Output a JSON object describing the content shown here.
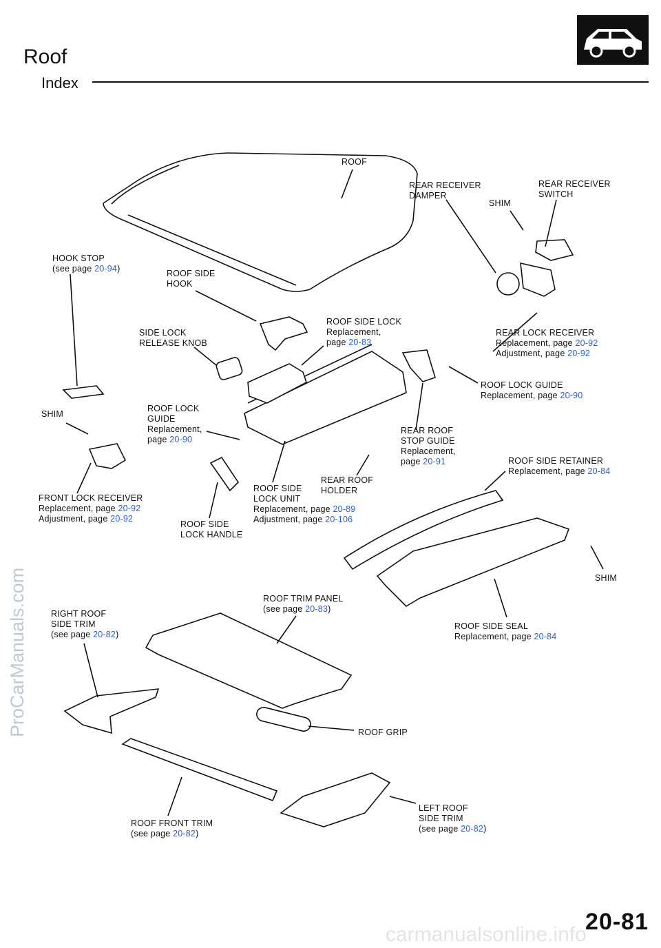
{
  "header": {
    "title": "Roof",
    "subtitle": "Index"
  },
  "icons": {
    "car": "car-side-icon"
  },
  "page_number": "20-81",
  "watermarks": {
    "side": "ProCarManuals.com",
    "bottom": "carmanualsonline.info"
  },
  "colors": {
    "reference_link": "#2a5fd0"
  },
  "labels": {
    "roof": "ROOF",
    "rear_receiver_damper": [
      "REAR RECEIVER",
      "DAMPER"
    ],
    "shim_top": "SHIM",
    "rear_receiver_switch": [
      "REAR RECEIVER",
      "SWITCH"
    ],
    "hook_stop": {
      "name": "HOOK STOP",
      "ref_prefix": "(see page ",
      "ref": "20-94",
      "ref_suffix": ")"
    },
    "roof_side_hook": [
      "ROOF SIDE",
      "HOOK"
    ],
    "side_lock_release_knob": [
      "SIDE LOCK",
      "RELEASE KNOB"
    ],
    "roof_side_lock": {
      "name": "ROOF SIDE LOCK",
      "line2": "Replacement,",
      "prefix": "page ",
      "ref": "20-83"
    },
    "rear_lock_receiver": {
      "name": "REAR LOCK RECEIVER",
      "repl": "Replacement,  page ",
      "repl_ref": "20-92",
      "adj": "Adjustment,  page ",
      "adj_ref": "20-92"
    },
    "roof_lock_guide_right": {
      "name": "ROOF LOCK GUIDE",
      "repl": "Replacement,  page ",
      "repl_ref": "20-90"
    },
    "shim_left": "SHIM",
    "roof_lock_guide_left": {
      "line1": "ROOF LOCK",
      "line2": "GUIDE",
      "line3": "Replacement,",
      "prefix": "page ",
      "ref": "20-90"
    },
    "rear_roof_stop_guide": {
      "line1": "REAR ROOF",
      "line2": "STOP  GUIDE",
      "line3": "Replacement,",
      "prefix": "page ",
      "ref": "20-91"
    },
    "roof_side_retainer": {
      "name": "ROOF SIDE RETAINER",
      "repl": "Replacement,  page ",
      "repl_ref": "20-84"
    },
    "front_lock_receiver": {
      "name": "FRONT LOCK RECEIVER",
      "repl": "Replacement,  page ",
      "repl_ref": "20-92",
      "adj": "Adjustment,  page ",
      "adj_ref": "20-92"
    },
    "rear_roof_holder": [
      "REAR  ROOF",
      "HOLDER"
    ],
    "roof_side_lock_unit": {
      "line1": "ROOF SIDE",
      "line2": "LOCK  UNIT",
      "repl": "Replacement,  page ",
      "repl_ref": "20-89",
      "adj": "Adjustment,  page ",
      "adj_ref": "20-106"
    },
    "roof_side_lock_handle": [
      "ROOF SIDE",
      "LOCK  HANDLE"
    ],
    "shim_right": "SHIM",
    "roof_trim_panel": {
      "name": "ROOF TRIM PANEL",
      "ref_prefix": "(see page ",
      "ref": "20-83",
      "ref_suffix": ")"
    },
    "right_roof_side_trim": {
      "line1": "RIGHT ROOF",
      "line2": "SIDE  TRIM",
      "ref_prefix": "(see page ",
      "ref": "20-82",
      "ref_suffix": ")"
    },
    "roof_side_seal": {
      "name": "ROOF SIDE SEAL",
      "repl": "Replacement,  page ",
      "repl_ref": "20-84"
    },
    "roof_grip": "ROOF GRIP",
    "left_roof_side_trim": {
      "line1": "LEFT ROOF",
      "line2": "SIDE  TRIM",
      "ref_prefix": "(see page ",
      "ref": "20-82",
      "ref_suffix": ")"
    },
    "roof_front_trim": {
      "name": "ROOF  FRONT  TRIM",
      "ref_prefix": "(see page ",
      "ref": "20-82",
      "ref_suffix": ")"
    }
  }
}
